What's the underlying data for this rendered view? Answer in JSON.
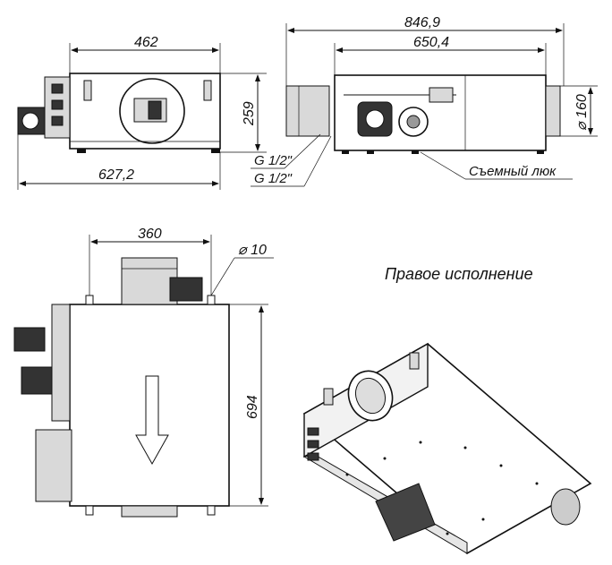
{
  "dimensions": {
    "top_width": "462",
    "top_height": "259",
    "top_overall": "627,2",
    "side_overall": "846,9",
    "side_inner": "650,4",
    "duct_diameter": "⌀ 160",
    "plan_offset": "360",
    "hole_diameter": "⌀ 10",
    "plan_length": "694"
  },
  "labels": {
    "thread_1": "G 1/2\"",
    "thread_2": "G 1/2\"",
    "service_hatch": "Съемный люк",
    "variant_title": "Правое исполнение"
  }
}
